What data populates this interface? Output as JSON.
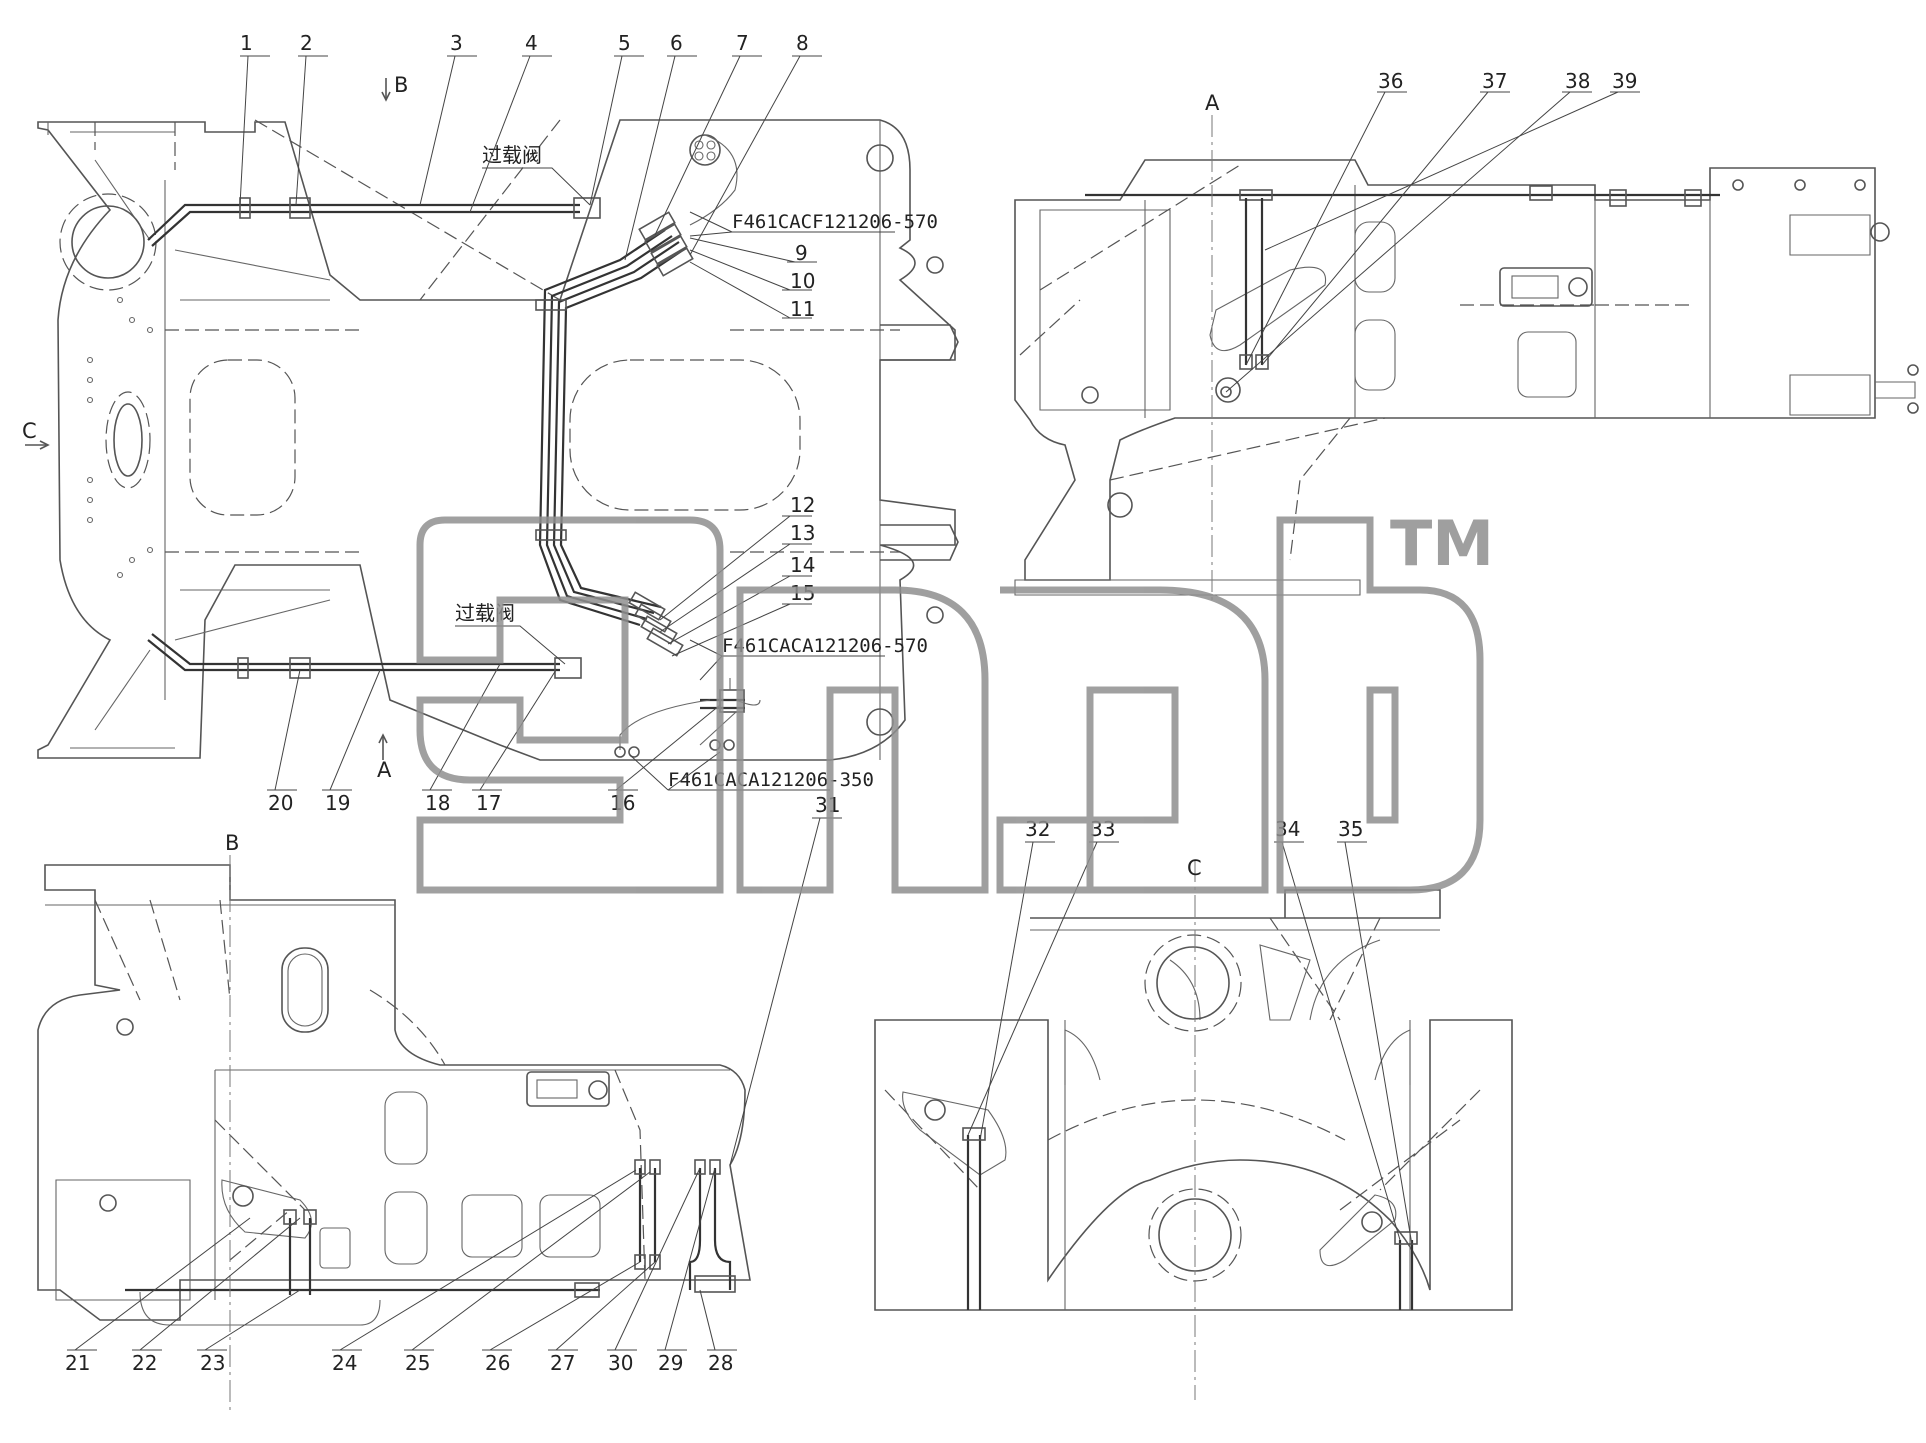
{
  "drawing": {
    "part_numbers": [
      "1",
      "2",
      "3",
      "4",
      "5",
      "6",
      "7",
      "8",
      "9",
      "10",
      "11",
      "12",
      "13",
      "14",
      "15",
      "16",
      "17",
      "18",
      "19",
      "20",
      "21",
      "22",
      "23",
      "24",
      "25",
      "26",
      "27",
      "28",
      "29",
      "30",
      "31",
      "32",
      "33",
      "34",
      "35",
      "36",
      "37",
      "38",
      "39"
    ],
    "view_labels": {
      "b_top": "B",
      "b_lower": "B",
      "a_top": "A",
      "a_bottom": "A",
      "c_left": "C",
      "c_lower": "C"
    },
    "hose_codes": {
      "upper": "F461CACF121206-570",
      "middle": "F461CACA121206-570",
      "lower": "F461CACA121206-350"
    },
    "overload_valve_label": "过载阀",
    "watermark": "TM"
  }
}
